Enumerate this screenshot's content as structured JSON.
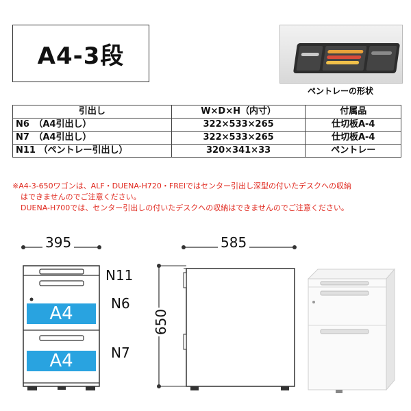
{
  "title": "A4-3段",
  "photo_caption": "ペントレーの形状",
  "table": {
    "headers": [
      "引出し",
      "W×D×H（内寸）",
      "付属品"
    ],
    "rows": [
      {
        "drawer": "N6　（A4引出し）",
        "dims": "322×533×265",
        "accessory": "仕切板A-4"
      },
      {
        "drawer": "N7　（A4引出し）",
        "dims": "322×533×265",
        "accessory": "仕切板A-4"
      },
      {
        "drawer": "N11 （ペントレー引出し）",
        "dims": "320×341×33",
        "accessory": "ペントレー"
      }
    ]
  },
  "notes": [
    "※A4-3-650ワゴンは、ALF・DUENA-H720・FREIではセンター引出し深型の付いたデスクへの収納",
    "はできませんのでご注意ください。",
    "DUENA-H700では、センター引出しの付いたデスクへの収納はできませんのでご注意ください。"
  ],
  "diagram": {
    "width_label": "395",
    "depth_label": "585",
    "height_label": "650",
    "drawer_labels": [
      "N11",
      "N6",
      "N7"
    ],
    "a4_label_1": "A4",
    "a4_label_2": "A4",
    "a4_color": "#29a3e0"
  },
  "colors": {
    "note_red": "#e0281e",
    "line": "#333333"
  }
}
